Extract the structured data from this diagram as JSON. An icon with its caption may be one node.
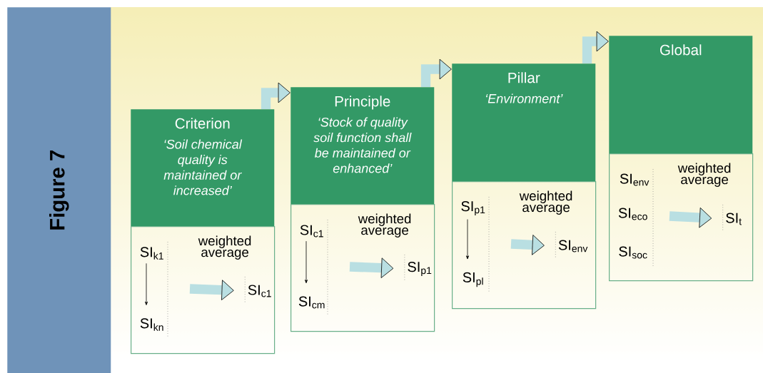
{
  "diagram": {
    "nodes": [
      {
        "text": [
          "Figure 7"
        ]
      },
      {
        "text": [
          "Criterion",
          "‘Soil chemical quality is maintained or increased’"
        ]
      },
      {
        "text": [],
        "shape": "box"
      },
      {
        "text": [
          "SI$_{k1}$"
        ],
        "in": 2
      },
      {
        "text": [
          "SI$_{kn}$"
        ],
        "in": 2
      },
      {
        "text": [
          "SI$_{c1}$"
        ],
        "in": 2
      },
      {
        "text": [
          "Principle",
          "‘Stock of quality soil function shall be maintained or enhanced’"
        ]
      },
      {
        "text": [],
        "shape": "box"
      },
      {
        "text": [
          "SI$_{c1}$"
        ],
        "in": 7
      },
      {
        "text": [
          "SI$_{cm}$"
        ],
        "in": 7
      },
      {
        "text": [
          "SI$_{p1}$"
        ],
        "in": 7
      },
      {
        "text": [
          "Pillar",
          "‘Environment’"
        ]
      },
      {
        "text": [],
        "shape": "box"
      },
      {
        "text": [
          "SI$_{p1}$"
        ],
        "in": 12
      },
      {
        "text": [
          "SI$_{pl}$"
        ],
        "in": 12
      },
      {
        "text": [
          "SI$_{env}$"
        ],
        "in": 12
      },
      {
        "text": [
          "Global"
        ]
      },
      {
        "text": [],
        "shape": "box"
      },
      {
        "text": [
          "SI$_{env}$"
        ],
        "in": 17
      },
      {
        "text": [
          "SI$_{eco}$"
        ],
        "in": 17
      },
      {
        "text": [
          "SI$_{soc}$"
        ],
        "in": 17
      },
      {
        "text": [
          "SI$_{t}$"
        ],
        "in": 17
      }
    ],
    "edges": [
      {
        "from": 1,
        "to": 6,
        "arrow": "to"
      },
      {
        "from": 6,
        "to": 11,
        "arrow": "to"
      },
      {
        "from": 11,
        "to": 16,
        "arrow": "to"
      },
      {
        "from": 3,
        "to": 4,
        "arrow": "to",
        "color": "#000000"
      },
      {
        "from": null,
        "to": 5,
        "arrow": "to",
        "label": "weighted average"
      },
      {
        "from": 8,
        "to": 9,
        "arrow": "to",
        "color": "#000000"
      },
      {
        "from": null,
        "to": 10,
        "arrow": "to",
        "label": "weighted average"
      },
      {
        "from": 13,
        "to": 14,
        "arrow": "to",
        "color": "#000000"
      },
      {
        "from": null,
        "to": 15,
        "arrow": "to",
        "label": "weighted average"
      },
      {
        "from": null,
        "to": 21,
        "arrow": "to",
        "label": "weighted average"
      }
    ]
  }
}
